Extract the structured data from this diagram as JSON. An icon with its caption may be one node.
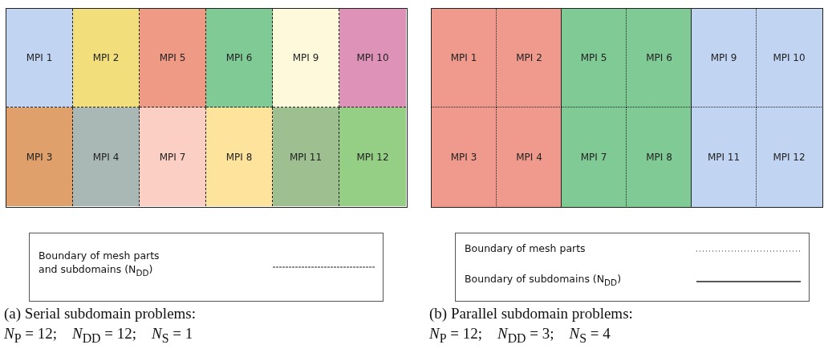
{
  "diagram": {
    "nodes": [
      {
        "text": [
          "MPI 1"
        ]
      },
      {
        "text": [
          "MPI 2"
        ]
      },
      {
        "text": [
          "MPI 5"
        ]
      },
      {
        "text": [
          "MPI 6"
        ]
      },
      {
        "text": [
          "MPI 9"
        ]
      },
      {
        "text": [
          "MPI 10"
        ]
      },
      {
        "text": [
          "MPI 3"
        ]
      },
      {
        "text": [
          "MPI 4"
        ]
      },
      {
        "text": [
          "MPI 7"
        ]
      },
      {
        "text": [
          "MPI 8"
        ]
      },
      {
        "text": [
          "MPI 11"
        ]
      },
      {
        "text": [
          "MPI 12"
        ]
      },
      {
        "text": [],
        "shape": "box"
      },
      {
        "text": [
          "MPI 1"
        ],
        "in": 12
      },
      {
        "text": [
          "MPI 2"
        ],
        "in": 12
      },
      {
        "text": [
          "MPI 3"
        ],
        "in": 12
      },
      {
        "text": [
          "MPI 4"
        ],
        "in": 12
      },
      {
        "text": [],
        "shape": "box"
      },
      {
        "text": [
          "MPI 5"
        ],
        "in": 17
      },
      {
        "text": [
          "MPI 6"
        ],
        "in": 17
      },
      {
        "text": [
          "MPI 7"
        ],
        "in": 17
      },
      {
        "text": [
          "MPI 8"
        ],
        "in": 17
      },
      {
        "text": [],
        "shape": "box"
      },
      {
        "text": [
          "MPI 9"
        ],
        "in": 22
      },
      {
        "text": [
          "MPI 10"
        ],
        "in": 22
      },
      {
        "text": [
          "MPI 11"
        ],
        "in": 22
      },
      {
        "text": [
          "MPI 12"
        ],
        "in": 22
      }
    ],
    "labels": [
      "(a) Serial subdomain problems:",
      "*N*$_{P}$ = 12;    *N*$_{DD}$ = 12;    *N*$_{S}$ = 1",
      "(b) Parallel subdomain problems:",
      "*N*$_{P}$ = 12;    *N*$_{DD}$ = 3;    *N*$_{S}$ = 4"
    ],
    "legend": [
      {
        "text": "Boundary of mesh parts and subdomains (N$_{DD}$)"
      },
      {
        "text": "Boundary of mesh parts"
      },
      {
        "text": "Boundary of subdomains (N$_{DD}$)"
      }
    ]
  }
}
